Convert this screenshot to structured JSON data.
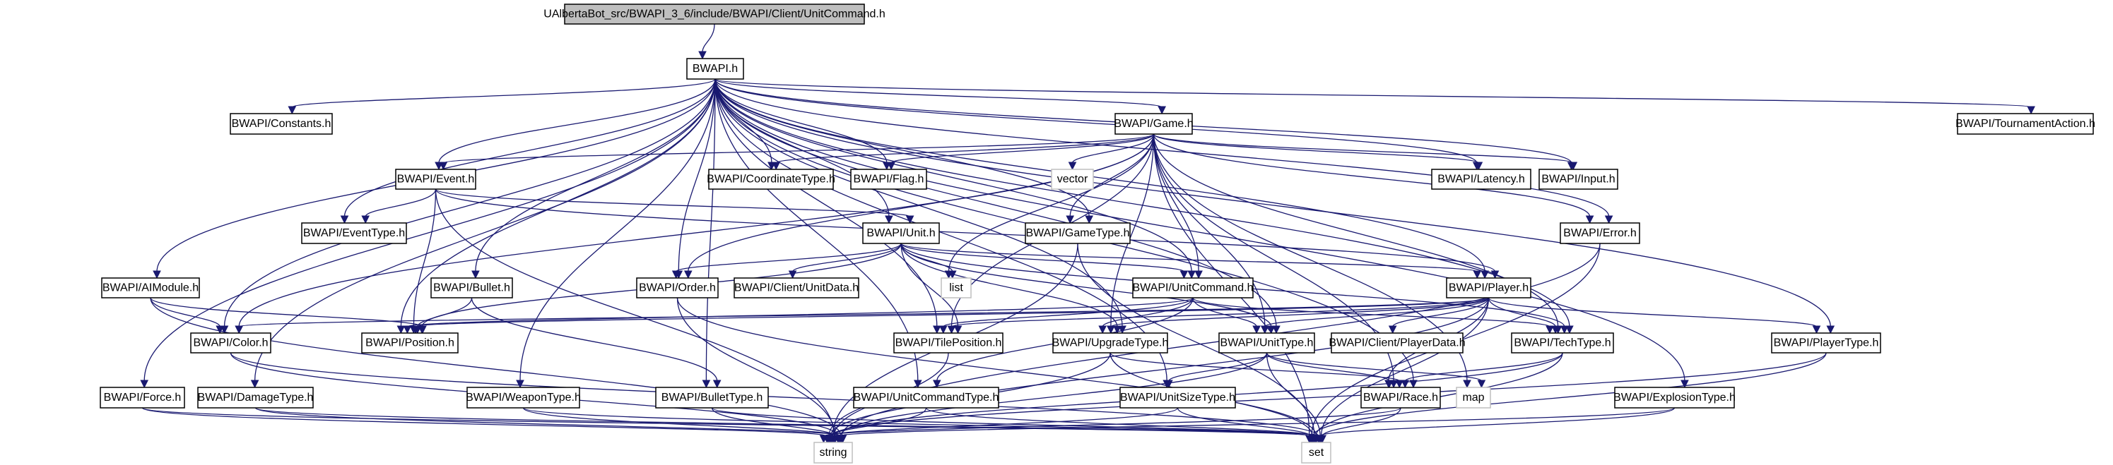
{
  "title": "UAlbertaBot_src/BWAPI_3_6/include/BWAPI/Client/UnitCommand.h",
  "colors": {
    "edge": "#191970",
    "root_fill": "#bfbfbf",
    "node_border": "#000000",
    "external_border": "#bfbfbf"
  },
  "nodes": [
    {
      "id": "root",
      "label": "UAlbertaBot_src/BWAPI_3_6/include/BWAPI/Client/UnitCommand.h",
      "kind": "root"
    },
    {
      "id": "bwapi",
      "label": "BWAPI.h",
      "kind": "header"
    },
    {
      "id": "constants",
      "label": "BWAPI/Constants.h",
      "kind": "header"
    },
    {
      "id": "game",
      "label": "BWAPI/Game.h",
      "kind": "header"
    },
    {
      "id": "tournament",
      "label": "BWAPI/TournamentAction.h",
      "kind": "header"
    },
    {
      "id": "event",
      "label": "BWAPI/Event.h",
      "kind": "header"
    },
    {
      "id": "coordtype",
      "label": "BWAPI/CoordinateType.h",
      "kind": "header"
    },
    {
      "id": "flag",
      "label": "BWAPI/Flag.h",
      "kind": "header"
    },
    {
      "id": "vector",
      "label": "vector",
      "kind": "external"
    },
    {
      "id": "latency",
      "label": "BWAPI/Latency.h",
      "kind": "header"
    },
    {
      "id": "input",
      "label": "BWAPI/Input.h",
      "kind": "header"
    },
    {
      "id": "eventtype",
      "label": "BWAPI/EventType.h",
      "kind": "header"
    },
    {
      "id": "unit",
      "label": "BWAPI/Unit.h",
      "kind": "header"
    },
    {
      "id": "gametype",
      "label": "BWAPI/GameType.h",
      "kind": "header"
    },
    {
      "id": "error",
      "label": "BWAPI/Error.h",
      "kind": "header"
    },
    {
      "id": "aimodule",
      "label": "BWAPI/AIModule.h",
      "kind": "header"
    },
    {
      "id": "bullet",
      "label": "BWAPI/Bullet.h",
      "kind": "header"
    },
    {
      "id": "order",
      "label": "BWAPI/Order.h",
      "kind": "header"
    },
    {
      "id": "unitdata",
      "label": "BWAPI/Client/UnitData.h",
      "kind": "header"
    },
    {
      "id": "list",
      "label": "list",
      "kind": "external"
    },
    {
      "id": "unitcommand",
      "label": "BWAPI/UnitCommand.h",
      "kind": "header"
    },
    {
      "id": "player",
      "label": "BWAPI/Player.h",
      "kind": "header"
    },
    {
      "id": "color",
      "label": "BWAPI/Color.h",
      "kind": "header"
    },
    {
      "id": "position",
      "label": "BWAPI/Position.h",
      "kind": "header"
    },
    {
      "id": "tileposition",
      "label": "BWAPI/TilePosition.h",
      "kind": "header"
    },
    {
      "id": "upgradetype",
      "label": "BWAPI/UpgradeType.h",
      "kind": "header"
    },
    {
      "id": "unittype",
      "label": "BWAPI/UnitType.h",
      "kind": "header"
    },
    {
      "id": "playerdata",
      "label": "BWAPI/Client/PlayerData.h",
      "kind": "header"
    },
    {
      "id": "techtype",
      "label": "BWAPI/TechType.h",
      "kind": "header"
    },
    {
      "id": "playertype",
      "label": "BWAPI/PlayerType.h",
      "kind": "header"
    },
    {
      "id": "force",
      "label": "BWAPI/Force.h",
      "kind": "header"
    },
    {
      "id": "damagetype",
      "label": "BWAPI/DamageType.h",
      "kind": "header"
    },
    {
      "id": "weapontype",
      "label": "BWAPI/WeaponType.h",
      "kind": "header"
    },
    {
      "id": "bullettype",
      "label": "BWAPI/BulletType.h",
      "kind": "header"
    },
    {
      "id": "unitcommandtype",
      "label": "BWAPI/UnitCommandType.h",
      "kind": "header"
    },
    {
      "id": "unitsizetype",
      "label": "BWAPI/UnitSizeType.h",
      "kind": "header"
    },
    {
      "id": "race",
      "label": "BWAPI/Race.h",
      "kind": "header"
    },
    {
      "id": "map",
      "label": "map",
      "kind": "external"
    },
    {
      "id": "explosiontype",
      "label": "BWAPI/ExplosionType.h",
      "kind": "header"
    },
    {
      "id": "string",
      "label": "string",
      "kind": "external"
    },
    {
      "id": "set",
      "label": "set",
      "kind": "external"
    }
  ],
  "edges": [
    [
      "root",
      "bwapi"
    ],
    [
      "bwapi",
      "constants"
    ],
    [
      "bwapi",
      "game"
    ],
    [
      "bwapi",
      "tournament"
    ],
    [
      "bwapi",
      "event"
    ],
    [
      "bwapi",
      "coordtype"
    ],
    [
      "bwapi",
      "flag"
    ],
    [
      "bwapi",
      "latency"
    ],
    [
      "bwapi",
      "input"
    ],
    [
      "bwapi",
      "eventtype"
    ],
    [
      "bwapi",
      "unit"
    ],
    [
      "bwapi",
      "gametype"
    ],
    [
      "bwapi",
      "error"
    ],
    [
      "bwapi",
      "aimodule"
    ],
    [
      "bwapi",
      "bullet"
    ],
    [
      "bwapi",
      "order"
    ],
    [
      "bwapi",
      "unitcommand"
    ],
    [
      "bwapi",
      "player"
    ],
    [
      "bwapi",
      "color"
    ],
    [
      "bwapi",
      "position"
    ],
    [
      "bwapi",
      "tileposition"
    ],
    [
      "bwapi",
      "upgradetype"
    ],
    [
      "bwapi",
      "unittype"
    ],
    [
      "bwapi",
      "techtype"
    ],
    [
      "bwapi",
      "playertype"
    ],
    [
      "bwapi",
      "force"
    ],
    [
      "bwapi",
      "damagetype"
    ],
    [
      "bwapi",
      "weapontype"
    ],
    [
      "bwapi",
      "bullettype"
    ],
    [
      "bwapi",
      "unitcommandtype"
    ],
    [
      "bwapi",
      "unitsizetype"
    ],
    [
      "bwapi",
      "race"
    ],
    [
      "bwapi",
      "explosiontype"
    ],
    [
      "game",
      "event"
    ],
    [
      "game",
      "coordtype"
    ],
    [
      "game",
      "flag"
    ],
    [
      "game",
      "vector"
    ],
    [
      "game",
      "latency"
    ],
    [
      "game",
      "input"
    ],
    [
      "game",
      "gametype"
    ],
    [
      "game",
      "error"
    ],
    [
      "game",
      "list"
    ],
    [
      "game",
      "order"
    ],
    [
      "game",
      "color"
    ],
    [
      "game",
      "unitcommand"
    ],
    [
      "game",
      "tileposition"
    ],
    [
      "game",
      "upgradetype"
    ],
    [
      "game",
      "unittype"
    ],
    [
      "game",
      "techtype"
    ],
    [
      "game",
      "race"
    ],
    [
      "game",
      "map"
    ],
    [
      "game",
      "set"
    ],
    [
      "event",
      "eventtype"
    ],
    [
      "event",
      "unit"
    ],
    [
      "event",
      "player"
    ],
    [
      "event",
      "position"
    ],
    [
      "event",
      "string"
    ],
    [
      "unit",
      "order"
    ],
    [
      "unit",
      "unitdata"
    ],
    [
      "unit",
      "list"
    ],
    [
      "unit",
      "unitcommand"
    ],
    [
      "unit",
      "player"
    ],
    [
      "unit",
      "position"
    ],
    [
      "unit",
      "tileposition"
    ],
    [
      "unit",
      "upgradetype"
    ],
    [
      "unit",
      "unittype"
    ],
    [
      "unit",
      "techtype"
    ],
    [
      "gametype",
      "string"
    ],
    [
      "gametype",
      "set"
    ],
    [
      "error",
      "string"
    ],
    [
      "error",
      "set"
    ],
    [
      "aimodule",
      "color"
    ],
    [
      "aimodule",
      "position"
    ],
    [
      "aimodule",
      "string"
    ],
    [
      "bullet",
      "position"
    ],
    [
      "bullet",
      "bullettype"
    ],
    [
      "order",
      "string"
    ],
    [
      "order",
      "set"
    ],
    [
      "unitcommand",
      "position"
    ],
    [
      "unitcommand",
      "tileposition"
    ],
    [
      "unitcommand",
      "upgradetype"
    ],
    [
      "unitcommand",
      "unittype"
    ],
    [
      "unitcommand",
      "techtype"
    ],
    [
      "unitcommand",
      "unitcommandtype"
    ],
    [
      "player",
      "color"
    ],
    [
      "player",
      "position"
    ],
    [
      "player",
      "tileposition"
    ],
    [
      "player",
      "upgradetype"
    ],
    [
      "player",
      "unittype"
    ],
    [
      "player",
      "playerdata"
    ],
    [
      "player",
      "techtype"
    ],
    [
      "player",
      "playertype"
    ],
    [
      "player",
      "race"
    ],
    [
      "player",
      "string"
    ],
    [
      "player",
      "set"
    ],
    [
      "color",
      "string"
    ],
    [
      "color",
      "set"
    ],
    [
      "tileposition",
      "string"
    ],
    [
      "upgradetype",
      "race"
    ],
    [
      "upgradetype",
      "string"
    ],
    [
      "upgradetype",
      "set"
    ],
    [
      "unittype",
      "unitsizetype"
    ],
    [
      "unittype",
      "race"
    ],
    [
      "unittype",
      "map"
    ],
    [
      "unittype",
      "string"
    ],
    [
      "unittype",
      "set"
    ],
    [
      "techtype",
      "race"
    ],
    [
      "techtype",
      "string"
    ],
    [
      "techtype",
      "set"
    ],
    [
      "playertype",
      "string"
    ],
    [
      "playertype",
      "set"
    ],
    [
      "force",
      "string"
    ],
    [
      "force",
      "set"
    ],
    [
      "damagetype",
      "string"
    ],
    [
      "damagetype",
      "set"
    ],
    [
      "weapontype",
      "string"
    ],
    [
      "weapontype",
      "set"
    ],
    [
      "bullettype",
      "string"
    ],
    [
      "bullettype",
      "set"
    ],
    [
      "unitcommandtype",
      "string"
    ],
    [
      "unitcommandtype",
      "set"
    ],
    [
      "unitsizetype",
      "string"
    ],
    [
      "unitsizetype",
      "set"
    ],
    [
      "race",
      "string"
    ],
    [
      "race",
      "set"
    ],
    [
      "explosiontype",
      "string"
    ],
    [
      "explosiontype",
      "set"
    ]
  ]
}
